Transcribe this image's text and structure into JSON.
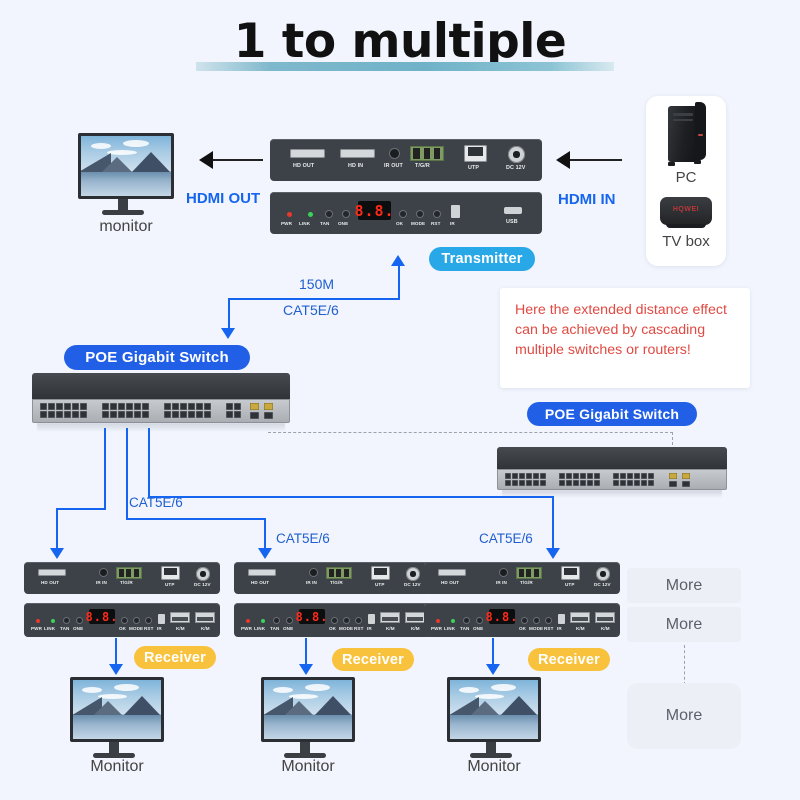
{
  "page": {
    "title": "1 to multiple",
    "background_color": "#f2f5fd"
  },
  "colors": {
    "transmitter_badge": "#29a8e8",
    "switch_badge": "#2160e6",
    "receiver_badge": "#f9c23c",
    "connector_blue": "#1565f0",
    "note_text_red": "#e04a42"
  },
  "top_row": {
    "monitor_label": "monitor",
    "hdmi_out_label": "HDMI OUT",
    "hdmi_in_label": "HDMI IN",
    "transmitter_badge": "Transmitter"
  },
  "source_card": {
    "pc_label": "PC",
    "tv_box_label": "TV box",
    "tv_logo": "HQWEI"
  },
  "transmitter": {
    "top_ports": [
      "HD OUT",
      "HD IN",
      "IR OUT",
      "T/G/R",
      "UTP",
      "DC 12V"
    ],
    "bottom_leds": [
      "PWR",
      "LINK",
      "TAN",
      "ONE"
    ],
    "display": "8.8.",
    "bottom_buttons": [
      "OK",
      "MODE",
      "RST",
      "IR"
    ],
    "usb_label": "USB"
  },
  "receiver": {
    "top_ports": [
      "HD OUT",
      "IR IN",
      "T/G/R",
      "UTP",
      "DC 12V"
    ],
    "bottom_leds": [
      "PWR",
      "LINK",
      "TAN",
      "ONE"
    ],
    "display": "8.8.",
    "bottom_buttons": [
      "OK",
      "MODE",
      "RST",
      "IR"
    ],
    "km_ports": [
      "K/M",
      "K/M"
    ],
    "badge": "Receiver"
  },
  "links": {
    "distance": "150M",
    "cable_main": "CAT5E/6",
    "cable_1": "CAT5E/6",
    "cable_2": "CAT5E/6",
    "cable_3": "CAT5E/6"
  },
  "switches": {
    "primary_badge": "POE Gigabit Switch",
    "secondary_badge": "POE Gigabit Switch"
  },
  "note": {
    "text": "Here the extended distance effect can be achieved by cascading multiple switches or routers!"
  },
  "more_boxes": [
    {
      "label": "More"
    },
    {
      "label": "More"
    },
    {
      "label": "More"
    }
  ],
  "bottom_monitors": [
    {
      "label": "Monitor"
    },
    {
      "label": "Monitor"
    },
    {
      "label": "Monitor"
    }
  ]
}
